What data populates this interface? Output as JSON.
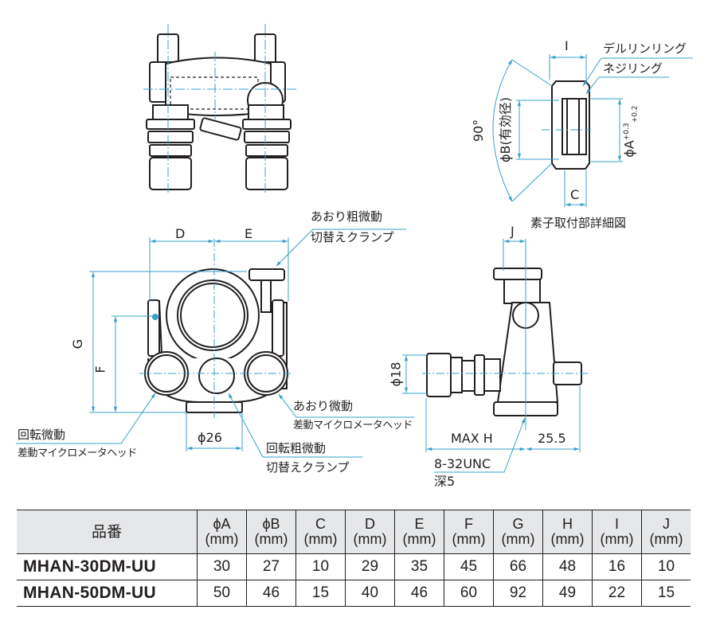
{
  "colors": {
    "line": "#231f20",
    "dimension": "#3aa0c8",
    "header_bg": "#e6e7e8"
  },
  "top_view": {
    "name": "top view of mount"
  },
  "detail_view": {
    "title": "素子取付部詳細図",
    "dim_I": "I",
    "dim_C": "C",
    "angle": "90°",
    "phiB": "ϕB(有効径)",
    "phiA": "ϕA",
    "phiA_tol_upper": "+0.3",
    "phiA_tol_lower": "+0.2",
    "callout_delrin_ring": "デルリンリング",
    "callout_screw_ring": "ネジリング"
  },
  "front_view": {
    "dim_D": "D",
    "dim_E": "E",
    "dim_G": "G",
    "dim_F": "F",
    "dim_phi26": "ϕ26",
    "callout_tilt_clamp_line1": "あおり粗微動",
    "callout_tilt_clamp_line2": "切替えクランプ",
    "callout_tilt_fine_line1": "あおり微動",
    "callout_tilt_fine_line2": "差動マイクロメータヘッド",
    "callout_rot_fine_line1": "回転微動",
    "callout_rot_fine_line2": "差動マイクロメータヘッド",
    "callout_rot_clamp_line1": "回転粗微動",
    "callout_rot_clamp_line2": "切替えクランプ"
  },
  "side_view": {
    "dim_J": "J",
    "dim_phi18": "ϕ18",
    "dim_maxH": "MAX H",
    "dim_25_5": "25.5",
    "thread_line1": "8-32UNC",
    "thread_line2": "深5"
  },
  "spec_table": {
    "headers": [
      {
        "label": "品番",
        "unit": ""
      },
      {
        "label": "ϕA",
        "unit": "(mm)"
      },
      {
        "label": "ϕB",
        "unit": "(mm)"
      },
      {
        "label": "C",
        "unit": "(mm)"
      },
      {
        "label": "D",
        "unit": "(mm)"
      },
      {
        "label": "E",
        "unit": "(mm)"
      },
      {
        "label": "F",
        "unit": "(mm)"
      },
      {
        "label": "G",
        "unit": "(mm)"
      },
      {
        "label": "H",
        "unit": "(mm)"
      },
      {
        "label": "I",
        "unit": "(mm)"
      },
      {
        "label": "J",
        "unit": "(mm)"
      }
    ],
    "rows": [
      [
        "MHAN-30DM-UU",
        "30",
        "27",
        "10",
        "29",
        "35",
        "45",
        "66",
        "48",
        "16",
        "10"
      ],
      [
        "MHAN-50DM-UU",
        "50",
        "46",
        "15",
        "40",
        "46",
        "60",
        "92",
        "49",
        "22",
        "15"
      ]
    ]
  }
}
